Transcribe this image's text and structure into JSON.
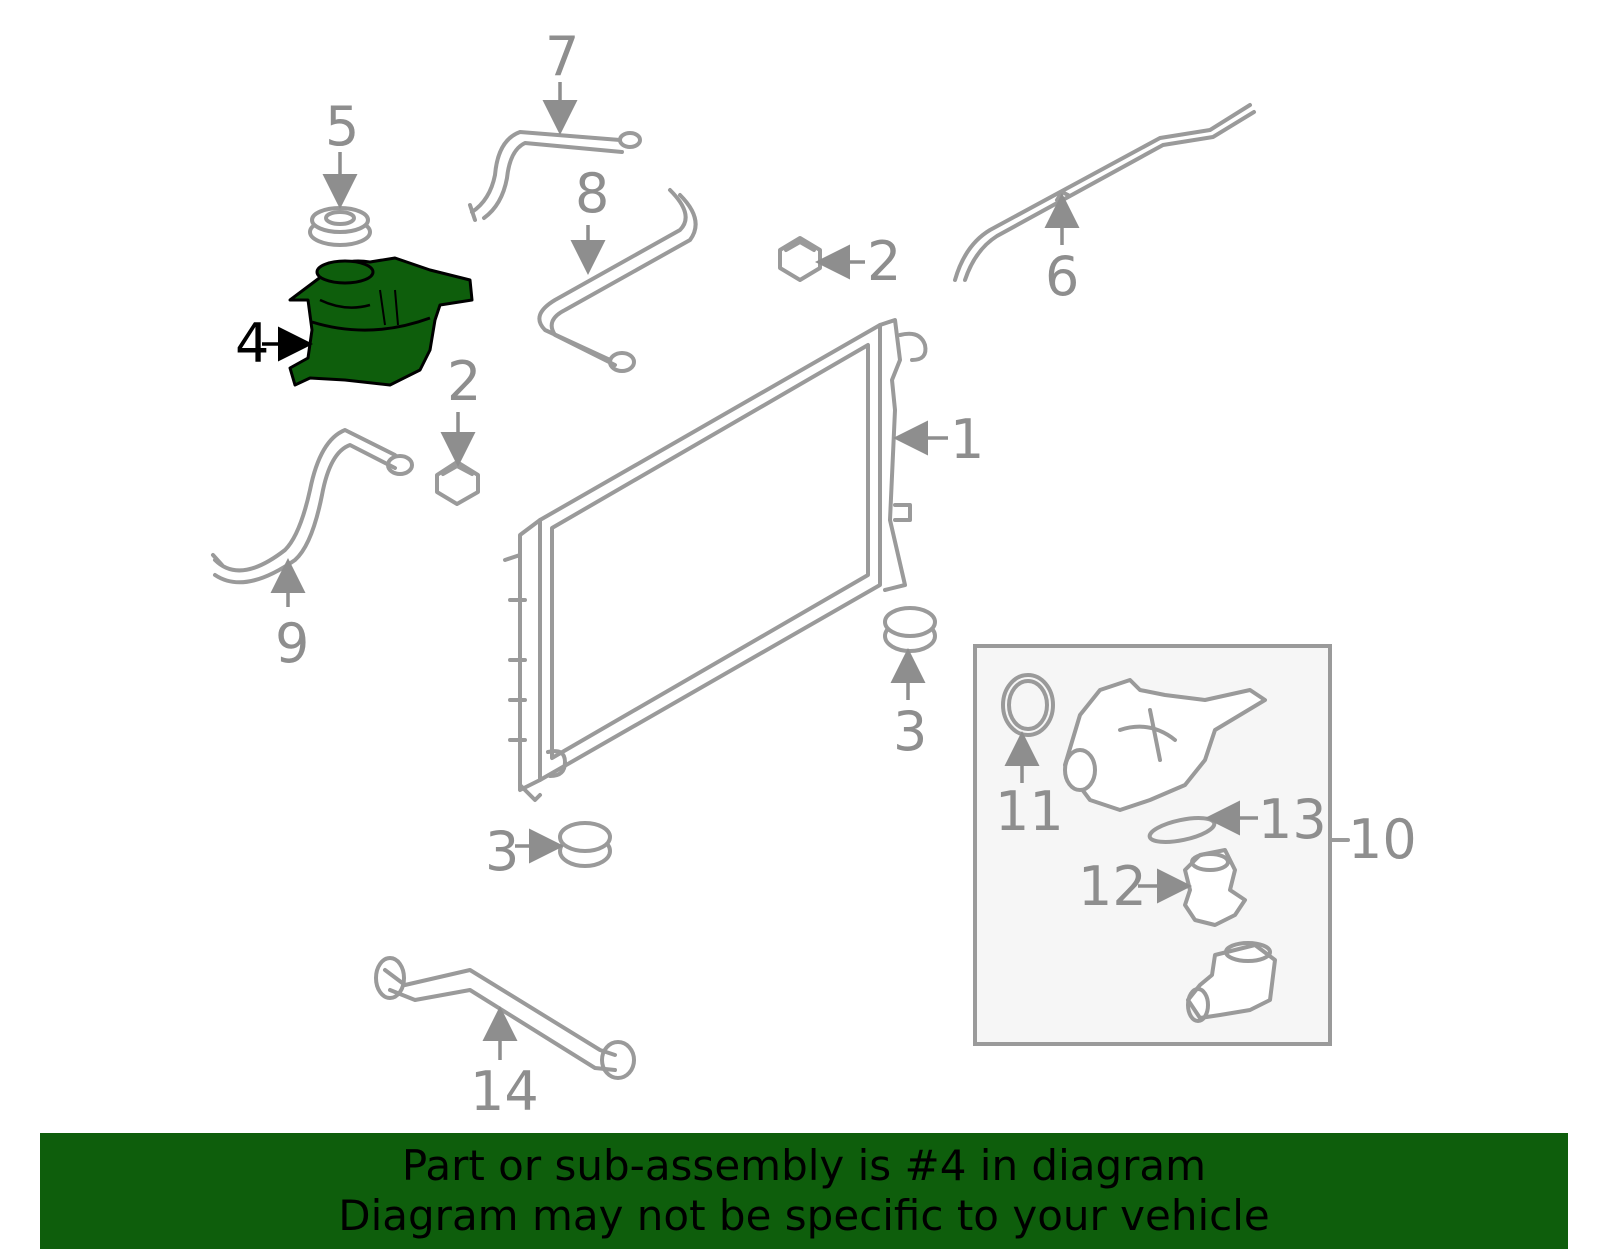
{
  "diagram": {
    "highlight_color": "#0e5e0c",
    "callouts": [
      {
        "id": "c1",
        "label": "1"
      },
      {
        "id": "c2a",
        "label": "2"
      },
      {
        "id": "c2b",
        "label": "2"
      },
      {
        "id": "c3a",
        "label": "3"
      },
      {
        "id": "c3b",
        "label": "3"
      },
      {
        "id": "c4",
        "label": "4"
      },
      {
        "id": "c5",
        "label": "5"
      },
      {
        "id": "c6",
        "label": "6"
      },
      {
        "id": "c7",
        "label": "7"
      },
      {
        "id": "c8",
        "label": "8"
      },
      {
        "id": "c9",
        "label": "9"
      },
      {
        "id": "c10",
        "label": "10"
      },
      {
        "id": "c11",
        "label": "11"
      },
      {
        "id": "c12",
        "label": "12"
      },
      {
        "id": "c13",
        "label": "13"
      },
      {
        "id": "c14",
        "label": "14"
      }
    ]
  },
  "banner": {
    "line1": "Part or sub-assembly is #4 in diagram",
    "line2": "Diagram may not be specific to your vehicle"
  }
}
